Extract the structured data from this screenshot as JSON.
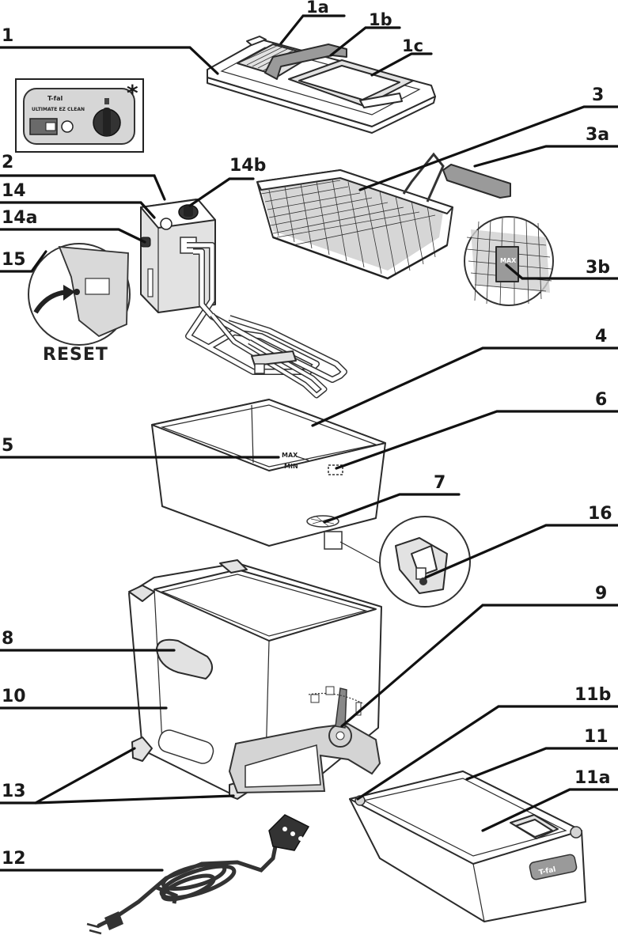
{
  "callouts": {
    "c1": "1",
    "c1a": "1a",
    "c1b": "1b",
    "c1c": "1c",
    "c2": "2",
    "c3": "3",
    "c3a": "3a",
    "c3b": "3b",
    "c4": "4",
    "c5": "5",
    "c6": "6",
    "c7": "7",
    "c8": "8",
    "c9": "9",
    "c10": "10",
    "c11": "11",
    "c11a": "11a",
    "c11b": "11b",
    "c12": "12",
    "c13": "13",
    "c14": "14",
    "c14a": "14a",
    "c14b": "14b",
    "c15": "15",
    "c16": "16"
  },
  "inset": {
    "brand": "T-fal",
    "model": "ULTIMATE EZ CLEAN",
    "asterisk": "*"
  },
  "reset_label": "RESET",
  "bowl_marks": {
    "max": "MAX",
    "min": "MIN"
  },
  "basket_mark": "MAX",
  "tray_brand": "T-fal"
}
